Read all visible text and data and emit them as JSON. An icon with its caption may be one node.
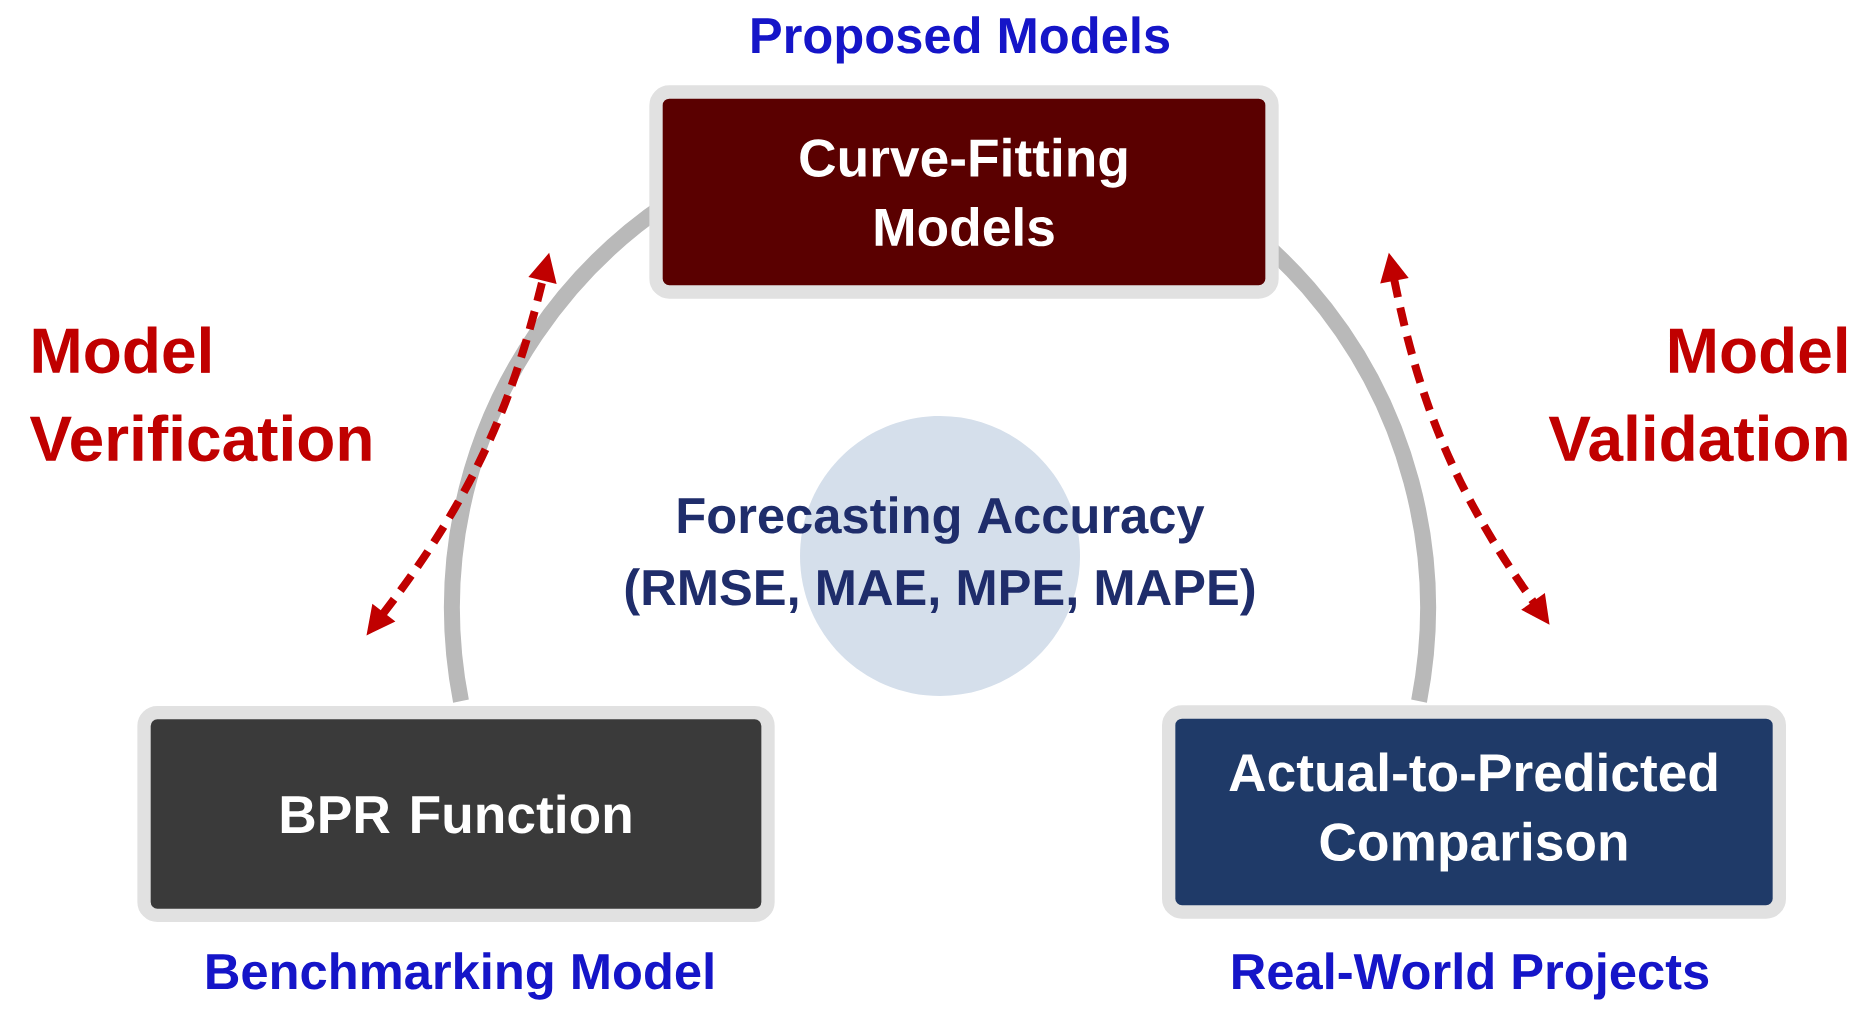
{
  "diagram": {
    "nodes": [
      {
        "text": [
          "Curve-Fitting Models"
        ],
        "beside": [
          "Proposed Models"
        ]
      },
      {
        "text": [
          "BPR Function"
        ],
        "beside": [
          "Benchmarking Model"
        ]
      },
      {
        "text": [
          "Forecasting Accuracy",
          "(RMSE, MAE, MPE, MAPE)"
        ]
      },
      {
        "text": [
          "Actual-to-Predicted Comparison"
        ],
        "beside": [
          "Real-World Projects"
        ]
      }
    ],
    "edges": [
      {
        "from": 1,
        "to": 0,
        "arrow": "both",
        "label": "Model Verification",
        "style": "dashed"
      },
      {
        "from": 0,
        "to": 3,
        "arrow": "both",
        "label": "Model Validation",
        "style": "dashed"
      }
    ]
  }
}
